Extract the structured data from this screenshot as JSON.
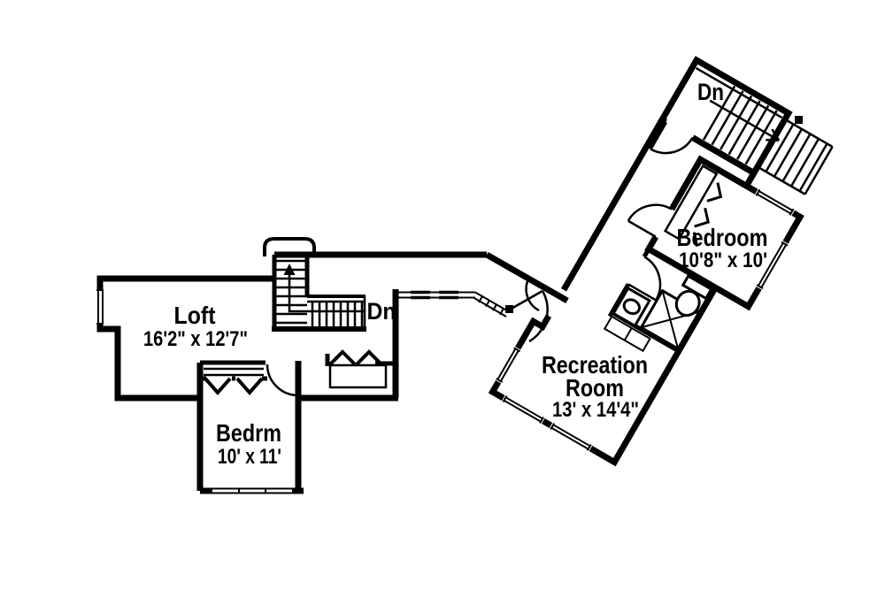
{
  "page": {
    "background": "#ffffff",
    "line_color": "#000000"
  },
  "rooms": {
    "loft": {
      "name": "Loft",
      "dims": "16'2\" x 12'7\""
    },
    "bedrm": {
      "name": "Bedrm",
      "dims": "10' x 11'"
    },
    "recreation_room": {
      "name_line1": "Recreation",
      "name_line2": "Room",
      "dims": "13' x 14'4\""
    },
    "bedroom": {
      "name": "Bedroom",
      "dims": "10'8\" x 10'"
    }
  },
  "stairs": {
    "main": {
      "label": "Dn"
    },
    "wing": {
      "label": "Dn"
    }
  }
}
